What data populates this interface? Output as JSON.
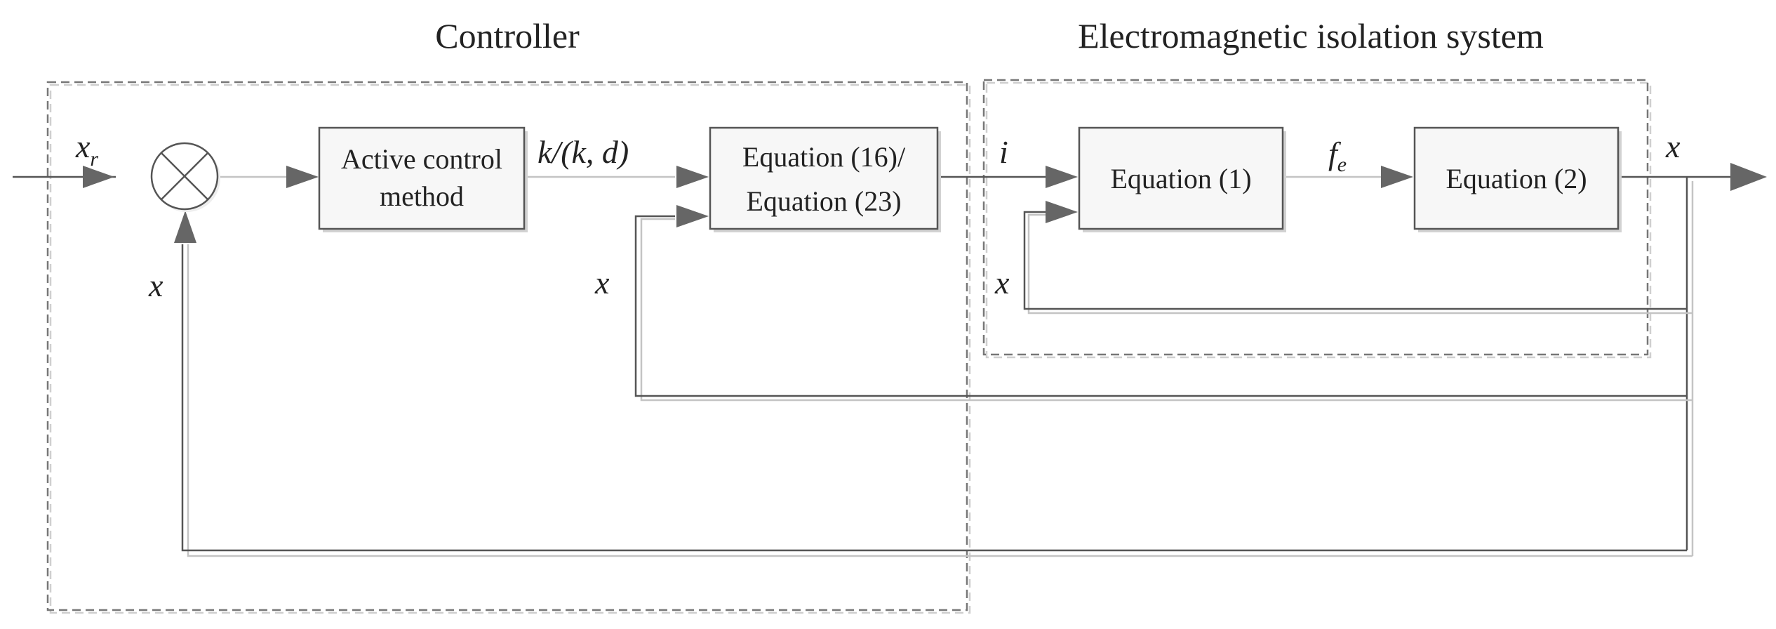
{
  "groups": {
    "controller": "Controller",
    "isolation_system": "Electromagnetic isolation system"
  },
  "blocks": {
    "active_control": [
      "Active control",
      "method"
    ],
    "equation_16_23": [
      "Equation (16)/",
      "Equation (23)"
    ],
    "equation_1": "Equation (1)",
    "equation_2": "Equation (2)"
  },
  "signals": {
    "reference": {
      "base": "x",
      "sub": "r"
    },
    "gain": "k/(k, d)",
    "current": "i",
    "force": {
      "base": "f",
      "sub": "e"
    },
    "output": "x",
    "feedback_summer": "x",
    "feedback_equation_16_23": "x",
    "feedback_equation_1": "x"
  },
  "colors": {
    "block_fill": "#f7f7f7",
    "line": "#555555",
    "arrow": "#666666"
  }
}
